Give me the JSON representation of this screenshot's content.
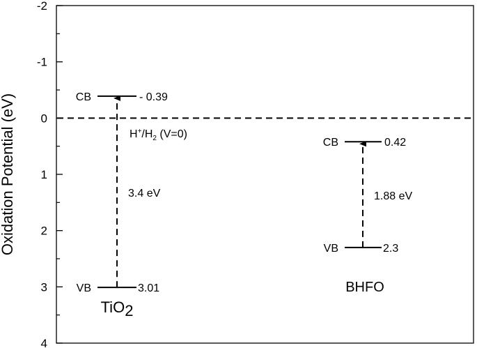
{
  "chart_data": {
    "type": "band-diagram",
    "ylabel": "Oxidation Potential (eV)",
    "ylim": [
      -2,
      4
    ],
    "y_ticks": [
      "-2",
      "-1",
      "0",
      "1",
      "2",
      "3",
      "4"
    ],
    "reference": {
      "value": 0,
      "label_main": "H",
      "label_sup": "+",
      "label_mid": "/H",
      "label_sub": "2",
      "label_tail": " (V=0)"
    },
    "materials": [
      {
        "name_main": "TiO",
        "name_sub": "2",
        "cb": -0.39,
        "vb": 3.01,
        "cb_label": "CB",
        "vb_label": "VB",
        "cb_value_text": "- 0.39",
        "vb_value_text": "3.01",
        "gap_text": "3.4 eV"
      },
      {
        "name_main": "BHFO",
        "name_sub": "",
        "cb": 0.42,
        "vb": 2.3,
        "cb_label": "CB",
        "vb_label": "VB",
        "cb_value_text": "0.42",
        "vb_value_text": "2.3",
        "gap_text": "1.88 eV"
      }
    ]
  }
}
